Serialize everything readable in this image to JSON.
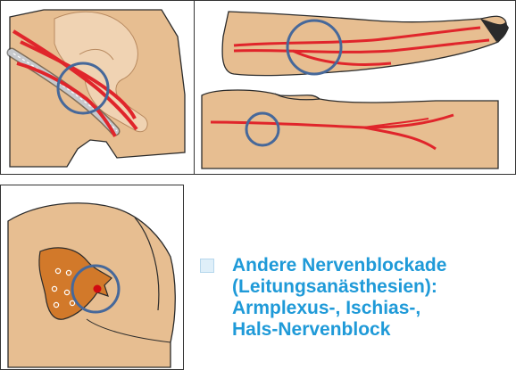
{
  "caption": {
    "text": "Andere Nervenblockade\n(Leitungsanästhesien):\nArmplexus-, Ischias-,\nHals-Nervenblock"
  },
  "colors": {
    "skin": "#e7be91",
    "skin_outline": "#2b2b2b",
    "skin_light": "#f0d3b3",
    "nerve_red": "#e0252b",
    "target_circle": "#46689a",
    "accent_blue": "#1f9ad8",
    "bullet_fill": "#dfeff9",
    "needle": "#9b9da2"
  },
  "panels": [
    {
      "name": "shoulder-axilla-illustration",
      "icon": "shoulder-nerve-target"
    },
    {
      "name": "leg-sciatic-illustration",
      "icon": "leg-nerve-target"
    },
    {
      "name": "knee-popliteal-illustration",
      "icon": "knee-nerve-target"
    },
    {
      "name": "sacral-block-illustration",
      "icon": "sacrum-nerve-target"
    }
  ]
}
